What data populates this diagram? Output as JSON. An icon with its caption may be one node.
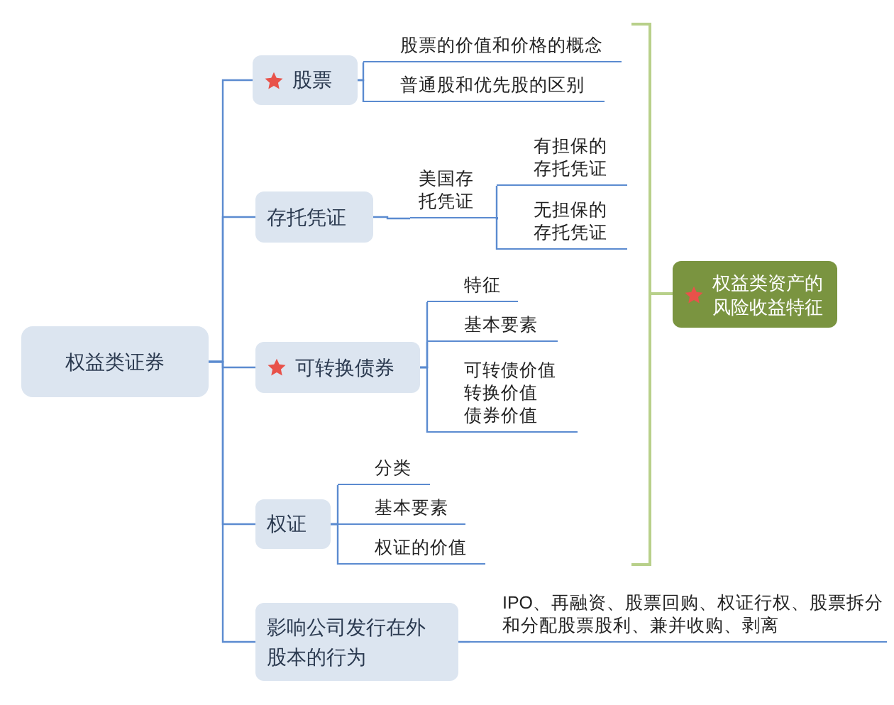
{
  "diagram": {
    "nodes": [
      {
        "text": [
          "权益类证券"
        ]
      },
      {
        "text": [
          "股票"
        ]
      },
      {
        "text": [
          "股票的价值和价格的概念"
        ]
      },
      {
        "text": [
          "普通股和优先股的区别"
        ]
      },
      {
        "text": [
          "存托凭证"
        ]
      },
      {
        "text": [
          "美国存托凭证"
        ]
      },
      {
        "text": [
          "有担保的存托凭证"
        ]
      },
      {
        "text": [
          "无担保的存托凭证"
        ]
      },
      {
        "text": [
          "可转换债券"
        ]
      },
      {
        "text": [
          "特征"
        ]
      },
      {
        "text": [
          "基本要素"
        ]
      },
      {
        "text": [
          "可转债价值",
          "转换价值",
          "债券价值"
        ]
      },
      {
        "text": [
          "权证"
        ]
      },
      {
        "text": [
          "分类"
        ]
      },
      {
        "text": [
          "基本要素"
        ]
      },
      {
        "text": [
          "权证的价值"
        ]
      },
      {
        "text": [
          "影响公司发行在外股本的行为"
        ]
      },
      {
        "text": [
          "IPO、再融资、股票回购、权证行权、股票拆分和分配股票股利、兼并收购、剥离"
        ]
      },
      {
        "text": [
          "权益类资产的风险收益特征"
        ]
      }
    ],
    "edges": [
      {
        "from": 0,
        "to": 1,
        "arrow": "none"
      },
      {
        "from": 0,
        "to": 4,
        "arrow": "none"
      },
      {
        "from": 0,
        "to": 8,
        "arrow": "none"
      },
      {
        "from": 0,
        "to": 12,
        "arrow": "none"
      },
      {
        "from": 0,
        "to": 16,
        "arrow": "none"
      },
      {
        "from": 1,
        "to": 2,
        "arrow": "none"
      },
      {
        "from": 1,
        "to": 3,
        "arrow": "none"
      },
      {
        "from": 4,
        "to": 5,
        "arrow": "none"
      },
      {
        "from": 5,
        "to": 6,
        "arrow": "none"
      },
      {
        "from": 5,
        "to": 7,
        "arrow": "none"
      },
      {
        "from": 8,
        "to": 9,
        "arrow": "none"
      },
      {
        "from": 8,
        "to": 10,
        "arrow": "none"
      },
      {
        "from": 8,
        "to": 11,
        "arrow": "none"
      },
      {
        "from": 12,
        "to": 13,
        "arrow": "none"
      },
      {
        "from": 12,
        "to": 14,
        "arrow": "none"
      },
      {
        "from": 12,
        "to": 15,
        "arrow": "none"
      },
      {
        "from": 16,
        "to": 17,
        "arrow": "none"
      }
    ]
  }
}
